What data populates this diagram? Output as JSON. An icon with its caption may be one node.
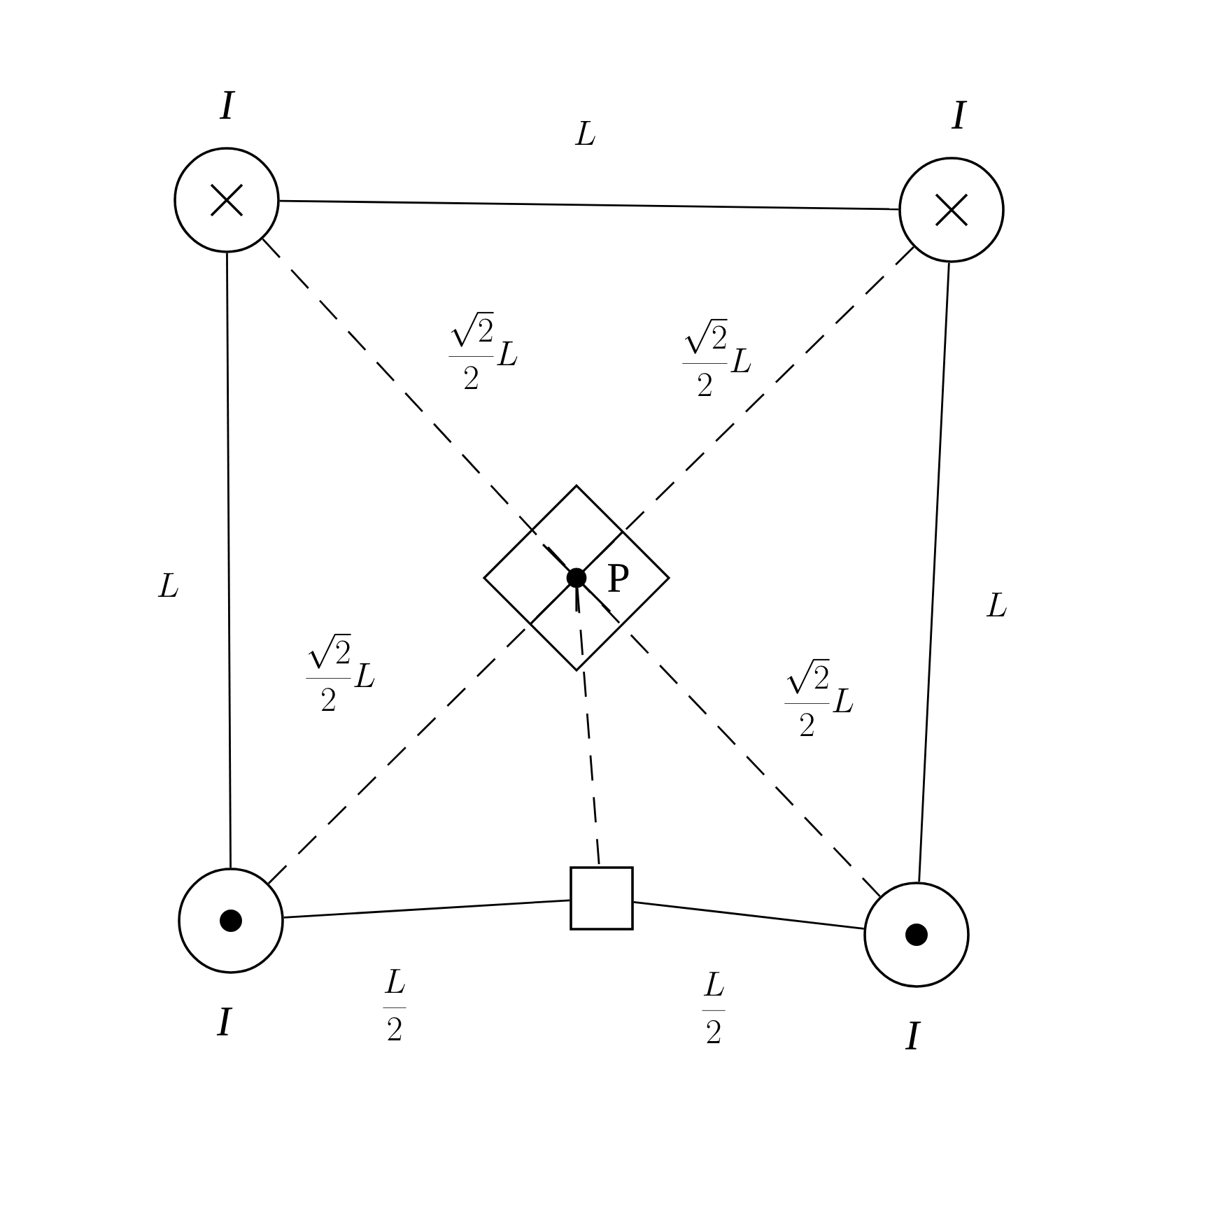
{
  "diagram": {
    "nodes": [
      {
        "text": [],
        "shape": "circle",
        "beside": [
          "I"
        ]
      },
      {
        "text": [],
        "shape": "circle",
        "beside": [
          "I"
        ]
      },
      {
        "text": [],
        "shape": "circle",
        "beside": [
          "I"
        ]
      },
      {
        "text": [],
        "shape": "circle",
        "beside": [
          "I"
        ]
      },
      {
        "text": [],
        "shape": "circle",
        "beside": [
          "P"
        ]
      },
      {
        "text": [],
        "shape": "box"
      }
    ],
    "edges": [
      {
        "from": 0,
        "to": 1,
        "arrow": "none",
        "label": "L"
      },
      {
        "from": 0,
        "to": 2,
        "arrow": "none",
        "label": "L"
      },
      {
        "from": 1,
        "to": 3,
        "arrow": "none",
        "label": "L"
      },
      {
        "from": 2,
        "to": 5,
        "arrow": "none",
        "label": "\\frac{L}{2}"
      },
      {
        "from": 5,
        "to": 3,
        "arrow": "none",
        "label": "\\frac{L}{2}"
      },
      {
        "from": 0,
        "to": 4,
        "arrow": "none",
        "style": "dashed",
        "label": "\\frac{\\sqrt{2}}{2}L"
      },
      {
        "from": 1,
        "to": 4,
        "arrow": "none",
        "style": "dashed",
        "label": "\\frac{\\sqrt{2}}{2}L"
      },
      {
        "from": 2,
        "to": 4,
        "arrow": "none",
        "style": "dashed",
        "label": "\\frac{\\sqrt{2}}{2}L"
      },
      {
        "from": 3,
        "to": 4,
        "arrow": "none",
        "style": "dashed",
        "label": "\\frac{\\sqrt{2}}{2}L"
      },
      {
        "from": 4,
        "to": 5,
        "arrow": "none",
        "style": "dashed"
      }
    ]
  }
}
